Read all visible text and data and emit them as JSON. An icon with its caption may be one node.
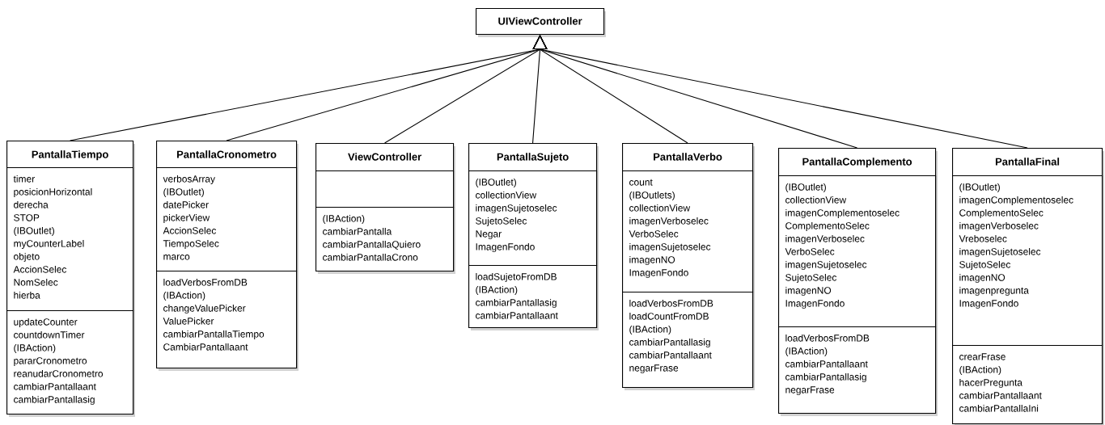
{
  "diagram": {
    "nodes": [
      {
        "text": [
          "UIViewController"
        ]
      },
      {
        "text": [
          "PantallaTiempo"
        ]
      },
      {
        "text": [
          "timer",
          "posicionHorizontal",
          "derecha",
          "STOP",
          "(IBOutlet)",
          "myCounterLabel",
          "objeto",
          "AccionSelec",
          "NomSelec",
          "hierba"
        ],
        "in": 1
      },
      {
        "text": [
          "updateCounter",
          "countdownTimer",
          "(IBAction)",
          "pararCronometro",
          "reanudarCronometro",
          "cambiarPantallaant",
          "cambiarPantallasig"
        ],
        "in": 1
      },
      {
        "text": [
          "PantallaCronometro"
        ]
      },
      {
        "text": [
          "verbosArray",
          "(IBOutlet)",
          "datePicker",
          "pickerView",
          "AccionSelec",
          "TiempoSelec",
          "marco"
        ],
        "in": 4
      },
      {
        "text": [
          "loadVerbosFromDB",
          "(IBAction)",
          "changeValuePicker",
          "ValuePicker",
          "cambiarPantallaTiempo",
          "CambiarPantallaant"
        ],
        "in": 4
      },
      {
        "text": [
          "ViewController"
        ]
      },
      {
        "text": [],
        "shape": "box",
        "in": 7
      },
      {
        "text": [
          "(IBAction)",
          "cambiarPantalla",
          "cambiarPantallaQuiero",
          "cambiarPantallaCrono"
        ],
        "in": 7
      },
      {
        "text": [
          "PantallaSujeto"
        ]
      },
      {
        "text": [
          "(IBOutlet)",
          "collectionView",
          "imagenSujetoselec",
          "SujetoSelec",
          "Negar",
          "ImagenFondo"
        ],
        "in": 10
      },
      {
        "text": [
          "loadSujetoFromDB",
          "(IBAction)",
          "cambiarPantallasig",
          "cambiarPantallaant"
        ],
        "in": 10
      },
      {
        "text": [
          "PantallaVerbo"
        ]
      },
      {
        "text": [
          "count",
          "(IBOutlets)",
          "collectionView",
          "imagenVerboselec",
          "VerboSelec",
          "imagenSujetoselec",
          "imagenNO",
          "ImagenFondo"
        ],
        "in": 13
      },
      {
        "text": [
          "loadVerbosFromDB",
          "loadCountFromDB",
          "(IBAction)",
          "cambiarPantallasig",
          "cambiarPantallaant",
          "negarFrase"
        ],
        "in": 13
      },
      {
        "text": [
          "PantallaComplemento"
        ]
      },
      {
        "text": [
          "(IBOutlet)",
          "collectionView",
          "imagenComplementoselec",
          "ComplementoSelec",
          "imagenVerboselec",
          "VerboSelec",
          "imagenSujetoselec",
          "SujetoSelec",
          "imagenNO",
          "ImagenFondo"
        ],
        "in": 16
      },
      {
        "text": [
          "loadVerbosFromDB",
          "(IBAction)",
          "cambiarPantallaant",
          "cambiarPantallasig",
          "negarFrase"
        ],
        "in": 16
      },
      {
        "text": [
          "PantallaFinal"
        ]
      },
      {
        "text": [
          "(IBOutlet)",
          "imagenComplementoselec",
          "ComplementoSelec",
          "imagenVerboselec",
          "Vreboselec",
          "imagenSujetoselec",
          "SujetoSelec",
          "imagenNO",
          "imagenpregunta",
          "ImagenFondo"
        ],
        "in": 19
      },
      {
        "text": [
          "crearFrase",
          "(IBAction)",
          "hacerPregunta",
          "cambiarPantallaant",
          "cambiarPantallaIni"
        ],
        "in": 19
      }
    ],
    "edges": [
      {
        "from": 1,
        "to": 0,
        "arrow": "to"
      },
      {
        "from": 4,
        "to": 0,
        "arrow": "to"
      },
      {
        "from": 7,
        "to": 0,
        "arrow": "to"
      },
      {
        "from": 10,
        "to": 0,
        "arrow": "to"
      },
      {
        "from": 13,
        "to": 0,
        "arrow": "to"
      },
      {
        "from": 16,
        "to": 0,
        "arrow": "to"
      },
      {
        "from": 19,
        "to": 0,
        "arrow": "to"
      }
    ]
  }
}
